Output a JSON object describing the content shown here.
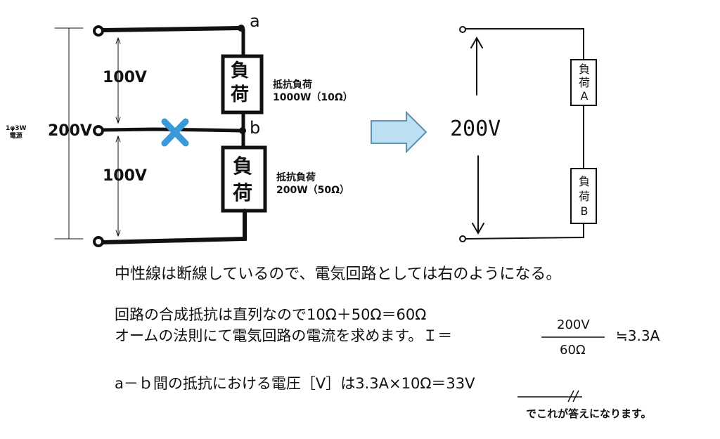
{
  "left_circuit": {
    "node_a": "a",
    "node_b": "b",
    "v_upper": "100V",
    "v_lower": "100V",
    "v_total": "200V",
    "source_line1": "1φ3W",
    "source_line2": "電源",
    "load_glyph_top": "負",
    "load_glyph_bottom": "荷",
    "load_upper_name": "抵抗負荷",
    "load_upper_value": "1000W（10Ω）",
    "load_lower_name": "抵抗負荷",
    "load_lower_value": "200W（50Ω）",
    "colors": {
      "break_mark": "#3a9ad9"
    }
  },
  "arrow": {
    "colors": {
      "fill": "#bcdff2",
      "stroke": "#5b8fb3"
    }
  },
  "right_circuit": {
    "voltage": "200V",
    "load_a": [
      "負",
      "荷",
      "A"
    ],
    "load_b": [
      "負",
      "荷",
      "B"
    ]
  },
  "explanation": {
    "line1": "中性線は断線しているので、電気回路としては右のようになる。",
    "line2": "回路の合成抵抗は直列なので10Ω＋50Ω＝60Ω",
    "line3": "オームの法則にて電気回路の電流を求めます。Ｉ＝",
    "fraction_numerator": "200V",
    "fraction_denominator": "60Ω",
    "approx_result": "≒3.3A",
    "line4": "a－ｂ間の抵抗における電圧［V］は3.3A×10Ω＝33V",
    "conclusion": "でこれが答えになります。"
  }
}
